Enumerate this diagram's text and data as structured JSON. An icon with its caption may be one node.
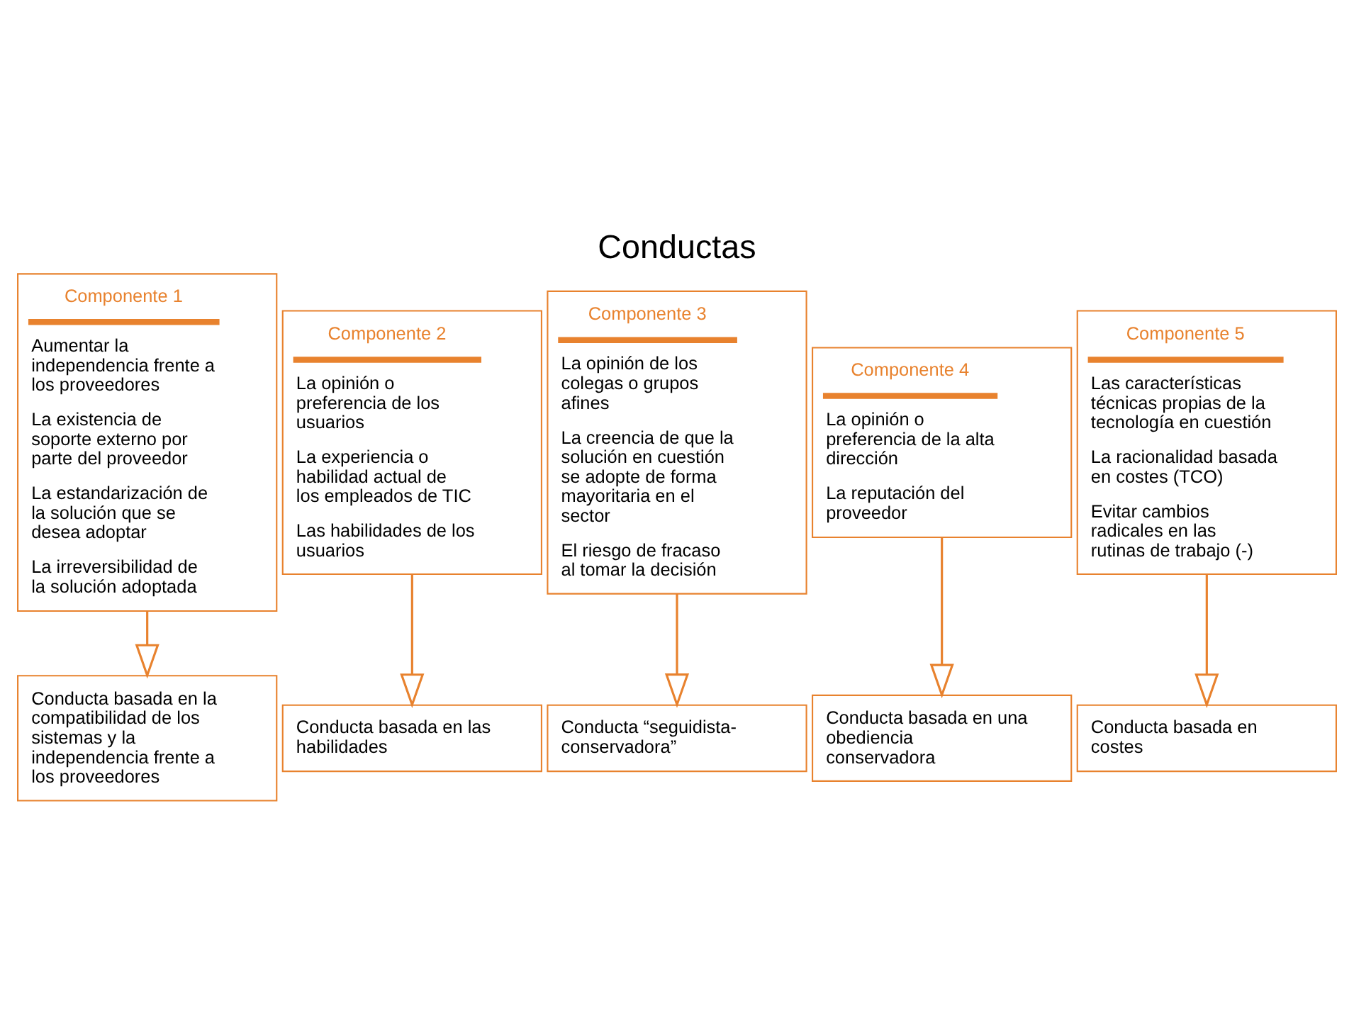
{
  "diagram": {
    "title": "Conductas",
    "nodes": [
      {
        "text": [
          "Componente 1",
          "Aumentar la independencia frente a los proveedores",
          "La existencia de soporte externo por parte del proveedor",
          "La estandarización de la solución que se desea adoptar",
          "La irreversibilidad de la solución adoptada"
        ]
      },
      {
        "text": [
          "Componente 2",
          "La opinión o preferencia de los usuarios",
          "La experiencia o habilidad actual de los empleados de TIC",
          "Las habilidades de los usuarios"
        ]
      },
      {
        "text": [
          "Componente 3",
          "La opinión de los colegas o grupos afines",
          "La creencia de que la solución en cuestión se adopte de forma mayoritaria en el sector",
          "El riesgo de fracaso al tomar la decisión"
        ]
      },
      {
        "text": [
          "Componente 4",
          "La opinión o preferencia de la alta dirección",
          "La reputación del proveedor"
        ]
      },
      {
        "text": [
          "Componente 5",
          "Las características técnicas propias de la tecnología en cuestión",
          "La racionalidad basada en costes (TCO)",
          "Evitar cambios radicales en las rutinas de trabajo (-)"
        ]
      },
      {
        "text": [
          "Conducta basada en la compatibilidad de los sistemas y la independencia frente a los proveedores"
        ]
      },
      {
        "text": [
          "Conducta basada en las habilidades"
        ]
      },
      {
        "text": [
          "Conducta “seguidista-conservadora”"
        ]
      },
      {
        "text": [
          "Conducta basada en una obediencia conservadora"
        ]
      },
      {
        "text": [
          "Conducta basada en costes"
        ]
      }
    ],
    "edges": [
      {
        "from": 0,
        "to": 5,
        "arrow": "to"
      },
      {
        "from": 1,
        "to": 6,
        "arrow": "to"
      },
      {
        "from": 2,
        "to": 7,
        "arrow": "to"
      },
      {
        "from": 3,
        "to": 8,
        "arrow": "to"
      },
      {
        "from": 4,
        "to": 9,
        "arrow": "to"
      }
    ]
  }
}
